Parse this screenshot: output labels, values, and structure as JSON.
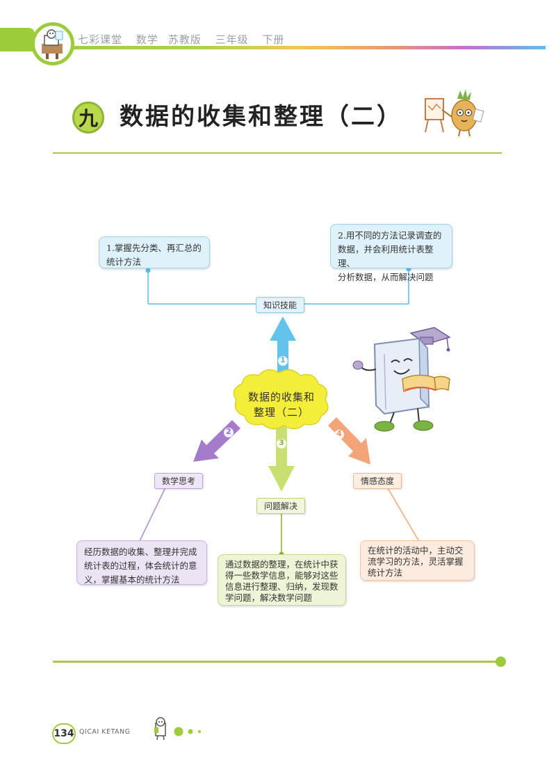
{
  "header": {
    "items": [
      "七彩课堂",
      "数学",
      "苏教版",
      "三年级",
      "下册"
    ],
    "accent": "#9ccc3a"
  },
  "title": {
    "chapter_mark": "九",
    "text": "数据的收集和整理（二）"
  },
  "mindmap": {
    "center": {
      "line1": "数据的收集和",
      "line2": "整理（二）"
    },
    "branches": [
      {
        "number": "1",
        "tag": "知识技能",
        "color": "#5bc0ea",
        "boxes": [
          {
            "lines": [
              "1.掌握先分类、再汇总的",
              "统计方法"
            ]
          },
          {
            "lines": [
              "2.用不同的方法记录调查的",
              "数据，并会利用统计表整理、",
              "分析数据，从而解决问题"
            ]
          }
        ]
      },
      {
        "number": "2",
        "tag": "数学思考",
        "color": "#9b6ec6",
        "boxes": [
          {
            "lines": [
              "经历数据的收集、整理并完成",
              "统计表的过程，体会统计的意",
              "义，掌握基本的统计方法"
            ]
          }
        ]
      },
      {
        "number": "3",
        "tag": "问题解决",
        "color": "#b6d84a",
        "boxes": [
          {
            "lines": [
              "通过数据的整理，在统计中获",
              "得一些数学信息，能够对这些",
              "信息进行整理、归纳，发现数",
              "学问题，解决数学问题"
            ]
          }
        ]
      },
      {
        "number": "4",
        "tag": "情感态度",
        "color": "#f29a6a",
        "boxes": [
          {
            "lines": [
              "在统计的活动中，主动交",
              "流学习的方法，灵活掌握",
              "统计方法"
            ]
          }
        ]
      }
    ]
  },
  "footer": {
    "page_number": "134",
    "brand": "QICAI KETANG"
  }
}
